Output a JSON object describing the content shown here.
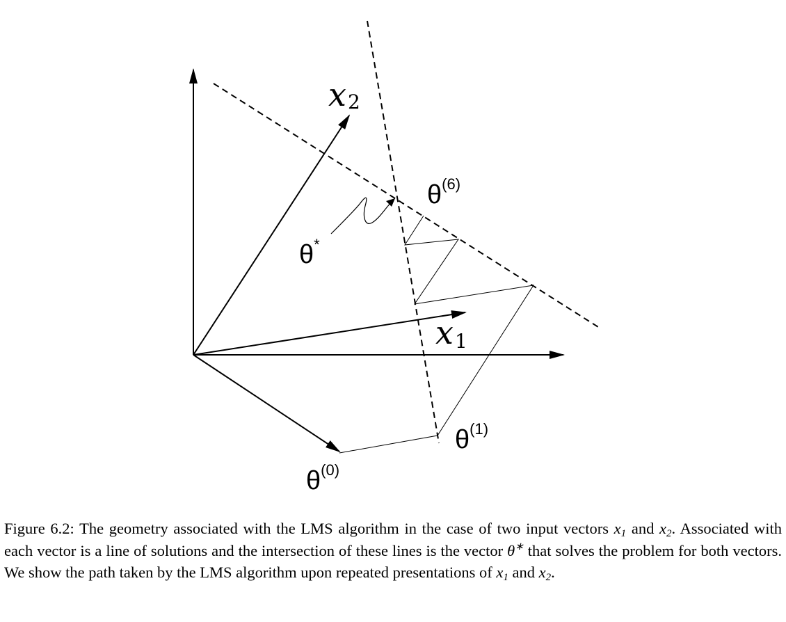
{
  "figure": {
    "labels": {
      "x1": {
        "main": "x",
        "sub": "1"
      },
      "x2": {
        "main": "x",
        "sub": "2"
      },
      "theta_star": {
        "main": "θ",
        "sup": "*"
      },
      "theta_0": {
        "main": "θ",
        "sup": "(0)"
      },
      "theta_1": {
        "main": "θ",
        "sup": "(1)"
      },
      "theta_6": {
        "main": "θ",
        "sup": "(6)"
      }
    }
  },
  "caption": {
    "label": "Figure 6.2:",
    "parts": [
      " The geometry associated with the LMS algorithm in the case of two input vectors ",
      " and ",
      ". Associated with each vector is a line of solutions and the intersection of these lines is the vector ",
      " that solves the problem for both vectors. We show the path taken by the LMS algorithm upon repeated presentations of ",
      " and ",
      "."
    ],
    "math": {
      "x": "x",
      "sub1": "1",
      "sub2": "2",
      "theta": "θ",
      "star": "∗"
    }
  }
}
